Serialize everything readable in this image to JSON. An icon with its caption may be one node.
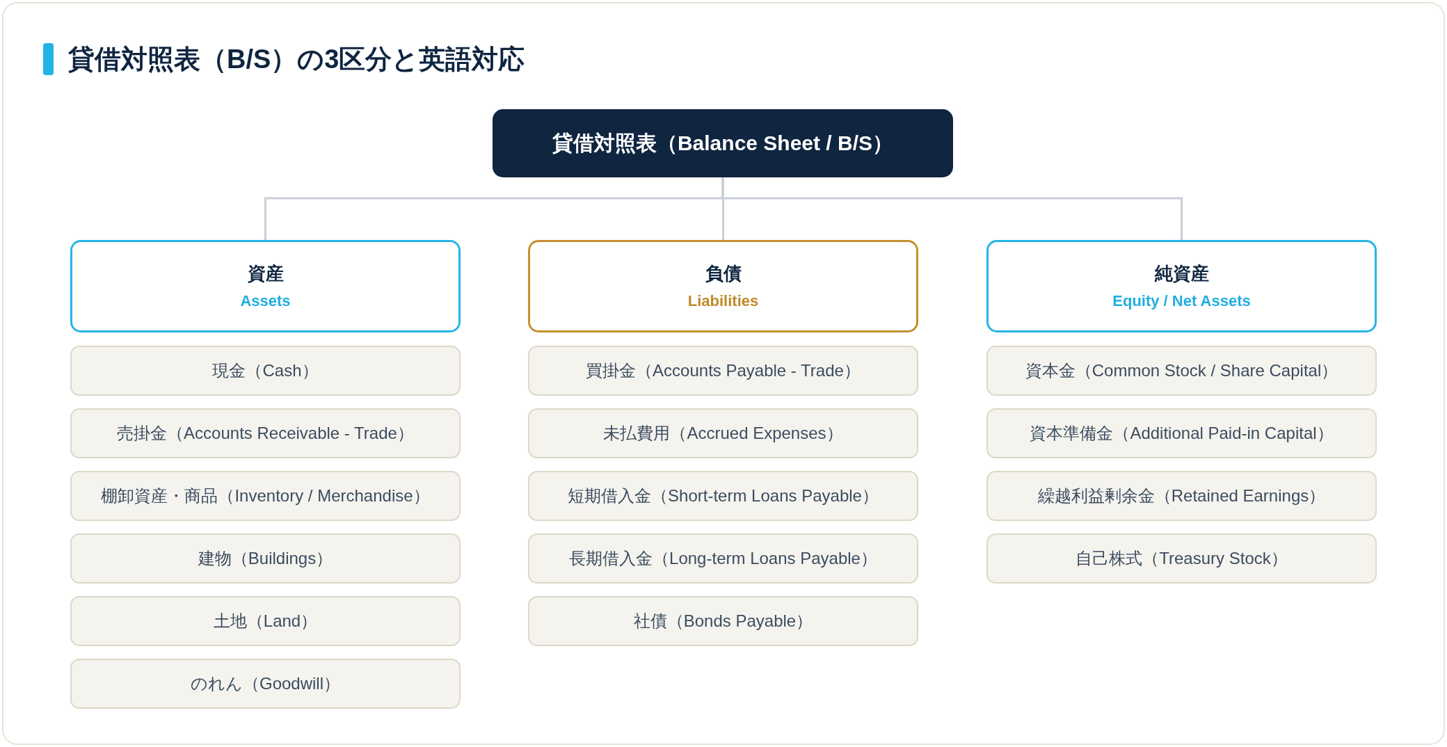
{
  "diagram": {
    "title": "貸借対照表（B/S）の3区分と英語対応",
    "nodes": [
      {
        "text": [
          "貸借対照表（Balance Sheet / B/S）"
        ]
      },
      {
        "text": [
          "資産",
          "Assets"
        ]
      },
      {
        "text": [
          "現金（Cash）"
        ]
      },
      {
        "text": [
          "売掛金（Accounts Receivable - Trade）"
        ]
      },
      {
        "text": [
          "棚卸資産・商品（Inventory / Merchandise）"
        ]
      },
      {
        "text": [
          "建物（Buildings）"
        ]
      },
      {
        "text": [
          "土地（Land）"
        ]
      },
      {
        "text": [
          "のれん（Goodwill）"
        ]
      },
      {
        "text": [
          "負債",
          "Liabilities"
        ]
      },
      {
        "text": [
          "買掛金（Accounts Payable - Trade）"
        ]
      },
      {
        "text": [
          "未払費用（Accrued Expenses）"
        ]
      },
      {
        "text": [
          "短期借入金（Short-term Loans Payable）"
        ]
      },
      {
        "text": [
          "長期借入金（Long-term Loans Payable）"
        ]
      },
      {
        "text": [
          "社債（Bonds Payable）"
        ]
      },
      {
        "text": [
          "純資産",
          "Equity / Net Assets"
        ]
      },
      {
        "text": [
          "資本金（Common Stock / Share Capital）"
        ]
      },
      {
        "text": [
          "資本準備金（Additional Paid-in Capital）"
        ]
      },
      {
        "text": [
          "繰越利益剰余金（Retained Earnings）"
        ]
      },
      {
        "text": [
          "自己株式（Treasury Stock）"
        ]
      }
    ],
    "edges": [
      {
        "from": 0,
        "to": 1,
        "arrow": "none"
      },
      {
        "from": 0,
        "to": 8,
        "arrow": "none"
      },
      {
        "from": 0,
        "to": 14,
        "arrow": "none"
      }
    ]
  }
}
